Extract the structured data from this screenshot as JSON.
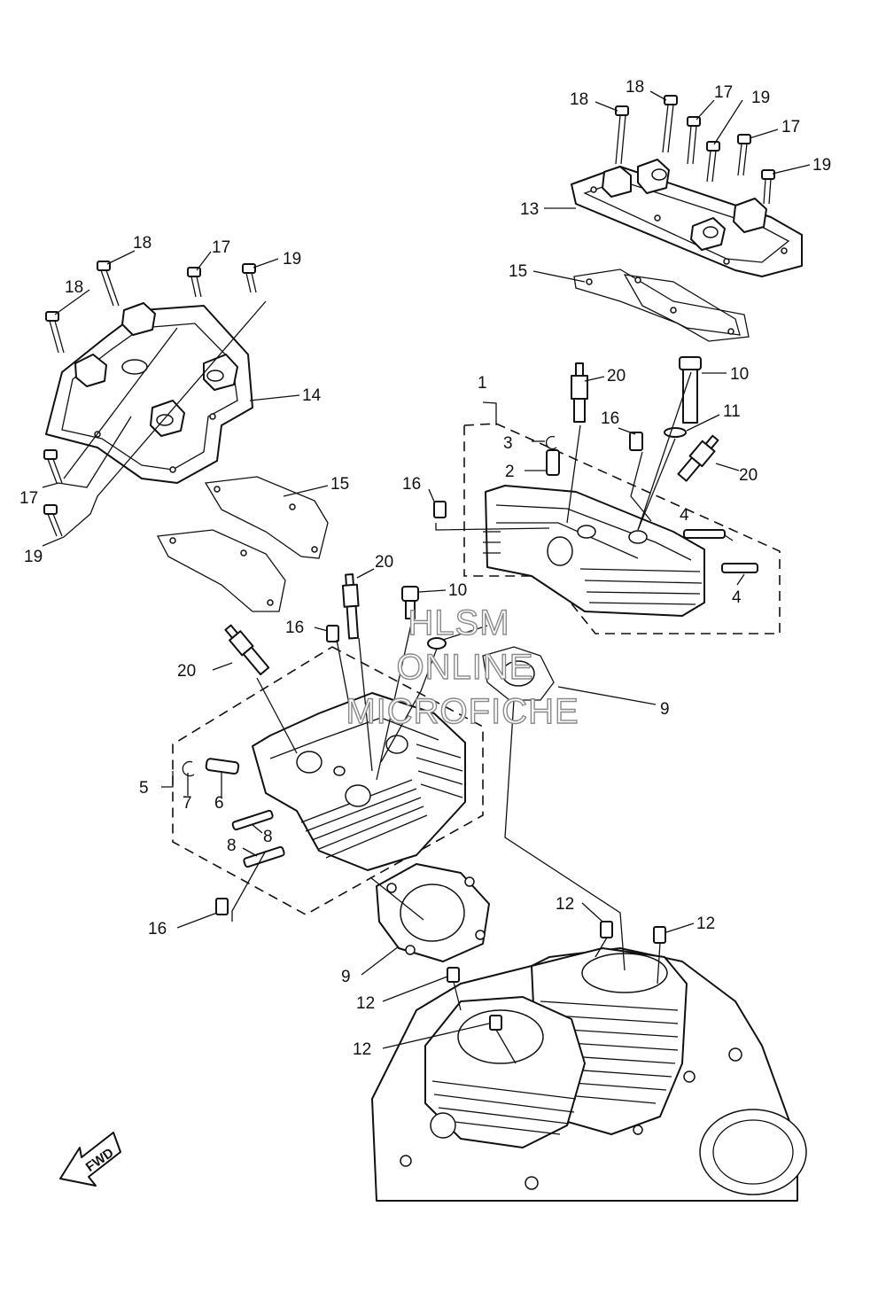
{
  "callouts": {
    "c1": "1",
    "c2": "2",
    "c3": "3",
    "c4a": "4",
    "c4b": "4",
    "c5": "5",
    "c6": "6",
    "c7": "7",
    "c8a": "8",
    "c8b": "8",
    "c9a": "9",
    "c9b": "9",
    "c10a": "10",
    "c10b": "10",
    "c11": "11",
    "c12a": "12",
    "c12b": "12",
    "c12c": "12",
    "c12d": "12",
    "c13": "13",
    "c14": "14",
    "c15a": "15",
    "c15b": "15",
    "c16a": "16",
    "c16b": "16",
    "c16c": "16",
    "c16d": "16",
    "c17a": "17",
    "c17b": "17",
    "c17c": "17",
    "c17d": "17",
    "c18a": "18",
    "c18b": "18",
    "c18c": "18",
    "c19a": "19",
    "c19b": "19",
    "c19c": "19",
    "c19d": "19",
    "c20a": "20",
    "c20b": "20",
    "c20c": "20",
    "c20d": "20"
  },
  "watermark": {
    "line1": "HLSM",
    "line2": "ONLINE",
    "line3": "MICROFICHE"
  },
  "direction_marker": "FWD"
}
